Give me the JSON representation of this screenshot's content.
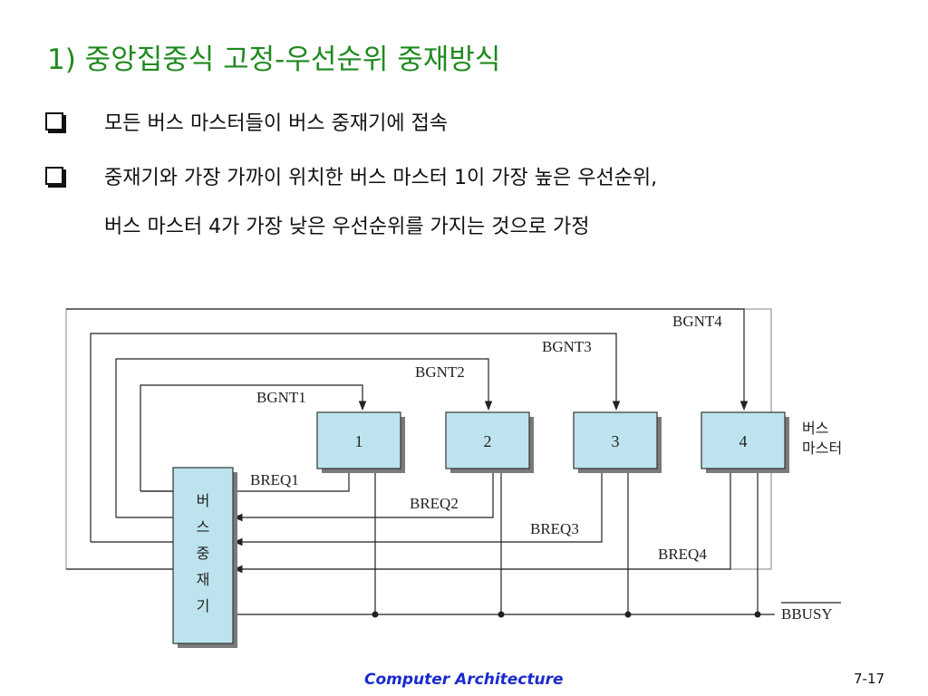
{
  "slide": {
    "title": "1) 중앙집중식 고정-우선순위 중재방식",
    "bullets": [
      {
        "line1": "모든 버스 마스터들이 버스 중재기에 접속"
      },
      {
        "line1": "중재기와 가장 가까이 위치한 버스 마스터 1이 가장 높은 우선순위,",
        "line2": "버스 마스터 4가 가장 낮은 우선순위를 가지는 것으로 가정"
      }
    ],
    "footer": "Computer Architecture",
    "page_number": "7-17"
  },
  "diagram": {
    "arbiter_label": [
      "버",
      "스",
      "중",
      "재",
      "기"
    ],
    "masters": [
      "1",
      "2",
      "3",
      "4"
    ],
    "masters_label": [
      "버스",
      "마스터"
    ],
    "grant_signals": [
      "BGNT1",
      "BGNT2",
      "BGNT3",
      "BGNT4"
    ],
    "request_signals": [
      "BREQ1",
      "BREQ2",
      "BREQ3",
      "BREQ4"
    ],
    "busy_signal": "BBUSY"
  }
}
